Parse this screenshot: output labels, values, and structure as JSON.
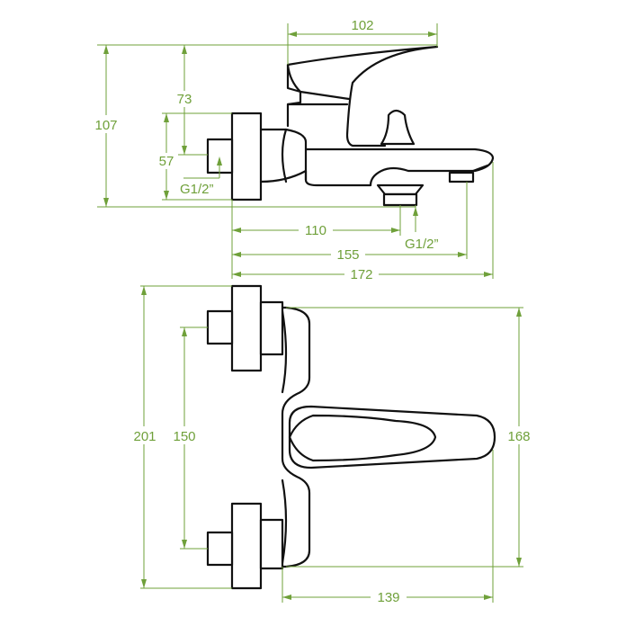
{
  "colors": {
    "outline": "#111111",
    "dimension": "#6fa03a"
  },
  "side_view": {
    "dims": {
      "spout_top_width": "102",
      "overall_height": "107",
      "lever_height": "73",
      "inlet_height": "57",
      "inlet_thread": "G1/2”",
      "outlet_offset": "110",
      "outlet_thread": "G1/2”",
      "spout_reach": "155",
      "overall_depth": "172"
    }
  },
  "top_view": {
    "dims": {
      "overall_width": "201",
      "inlet_spacing": "150",
      "body_width": "168",
      "lever_reach": "139"
    }
  }
}
